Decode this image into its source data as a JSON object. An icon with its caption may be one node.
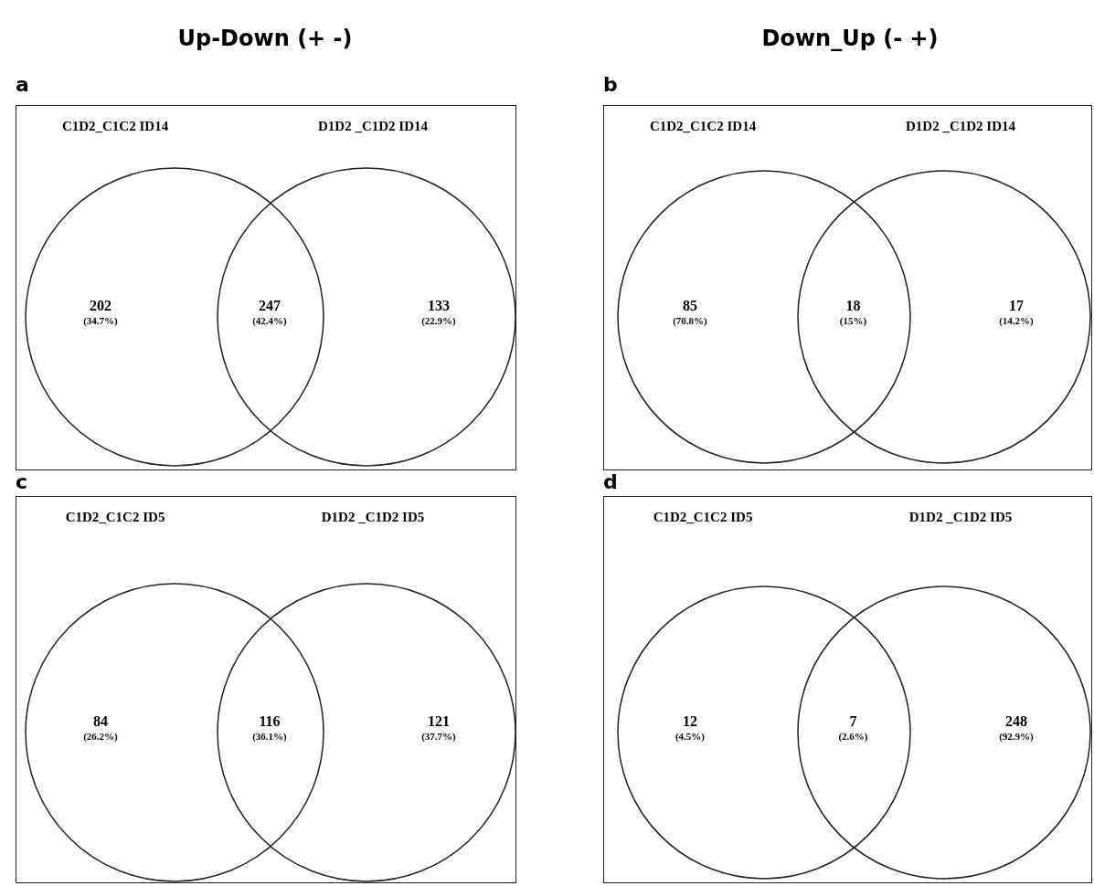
{
  "diagram": {
    "nodes": [
      {
        "text": [
          "C1D2_C1C2 ID14",
          "D1D2 _C1D2 ID14"
        ]
      },
      {
        "text": [],
        "shape": "circle",
        "in": 0
      },
      {
        "text": [],
        "shape": "circle",
        "in": 0
      },
      {
        "text": [
          "C1D2_C1C2 ID14",
          "D1D2 _C1D2 ID14"
        ]
      },
      {
        "text": [],
        "shape": "circle",
        "in": 3
      },
      {
        "text": [],
        "shape": "circle",
        "in": 3
      },
      {
        "text": [
          "C1D2_C1C2 ID5",
          "D1D2 _C1D2 ID5"
        ]
      },
      {
        "text": [],
        "shape": "circle",
        "in": 6
      },
      {
        "text": [],
        "shape": "circle",
        "in": 6
      },
      {
        "text": [
          "C1D2_C1C2 ID5",
          "D1D2 _C1D2 ID5"
        ]
      },
      {
        "text": [],
        "shape": "circle",
        "in": 9
      },
      {
        "text": [],
        "shape": "circle",
        "in": 9
      }
    ],
    "edges": [],
    "labels": [
      "Up-Down (+ -)",
      "Down_Up (- +)",
      "a",
      "b",
      "202",
      "(34.7%)",
      "247",
      "(42.4%)",
      "133",
      "(22.9%)",
      "85",
      "(70.8%)",
      "18",
      "(15%)",
      "17",
      "(14.2%)",
      "c",
      "d",
      "84",
      "(26.2%)",
      "116",
      "(36.1%)",
      "121",
      "(37.7%)",
      "12",
      "(4.5%)",
      "7",
      "(2.6%)",
      "248",
      "(92.9%)"
    ]
  }
}
